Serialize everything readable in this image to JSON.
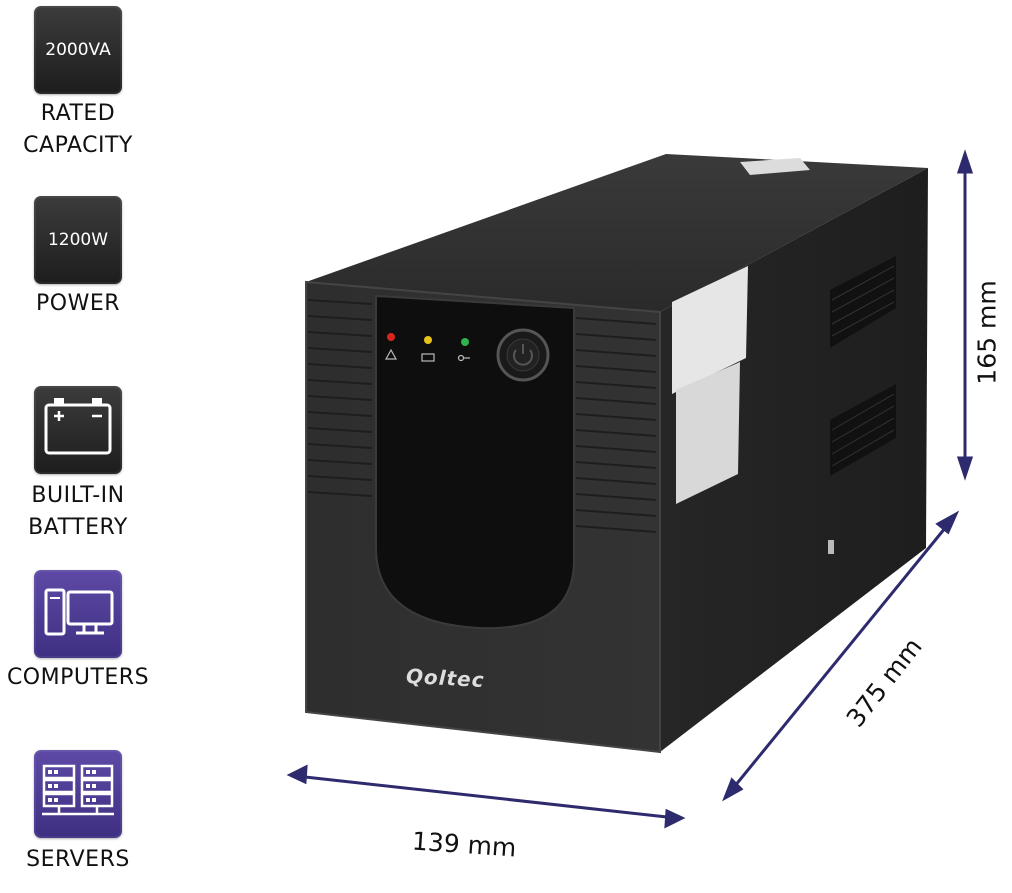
{
  "features": [
    {
      "tile_text": "2000VA",
      "label_lines": [
        "RATED",
        "CAPACITY"
      ],
      "style": "dark",
      "icon": "text"
    },
    {
      "tile_text": "1200W",
      "label_lines": [
        "POWER"
      ],
      "style": "dark",
      "icon": "text"
    },
    {
      "tile_text": "",
      "label_lines": [
        "BUILT-IN",
        "BATTERY"
      ],
      "style": "dark",
      "icon": "battery-icon"
    },
    {
      "tile_text": "",
      "label_lines": [
        "COMPUTERS"
      ],
      "style": "purple",
      "icon": "computer-icon"
    },
    {
      "tile_text": "",
      "label_lines": [
        "SERVERS"
      ],
      "style": "purple",
      "icon": "server-rack-icon"
    }
  ],
  "dimensions": {
    "height": "165 mm",
    "depth": "375 mm",
    "width": "139 mm"
  },
  "product": {
    "brand": "Qoltec",
    "indicators": [
      "warning",
      "battery",
      "line"
    ]
  },
  "colors": {
    "arrow": "#2e2a6e",
    "tile_dark": "#2a2a2a",
    "tile_purple": "#4b3a92",
    "led_red": "#d9261c",
    "led_yellow": "#e8c21a",
    "led_green": "#2fb34a"
  }
}
